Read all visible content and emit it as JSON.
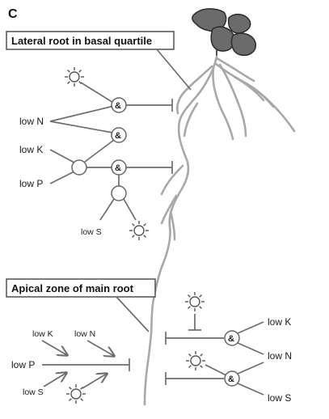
{
  "panel_label": "C",
  "boxes": {
    "lateral": "Lateral root in basal quartile",
    "apical": "Apical zone of main root"
  },
  "nodes": {
    "and_symbol": "&"
  },
  "labels": {
    "low_n_top": "low N",
    "low_k_top": "low K",
    "low_p_top": "low P",
    "low_s_top": "low S",
    "low_k_bl": "low K",
    "low_n_bl": "low N",
    "low_p_bl": "low P",
    "low_s_bl": "low S",
    "low_k_right": "low K",
    "low_n_right": "low N",
    "low_s_right": "low S"
  },
  "colors": {
    "root": "#a8a8a8",
    "shoot": "#6b6b6b",
    "lines": "#6d6d6d"
  },
  "icons": [
    "sun-icon",
    "leaf-icon"
  ]
}
